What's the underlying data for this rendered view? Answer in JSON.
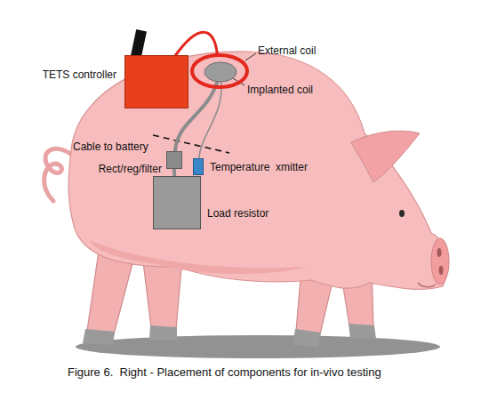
{
  "diagram": {
    "caption": "Figure 6.  Right - Placement of components for in-vivo testing",
    "nodes": [
      {
        "text": [
          "TETS controller"
        ]
      },
      {
        "text": [
          "External coil"
        ]
      },
      {
        "text": [
          "Implanted coil"
        ]
      },
      {
        "text": [
          "Rect/reg/filter"
        ]
      },
      {
        "text": [
          "Temperature  xmitter"
        ]
      },
      {
        "text": [
          "Load resistor"
        ]
      }
    ],
    "edges": [
      {
        "from": 0,
        "to": 1,
        "arrow": "none"
      },
      {
        "from": 2,
        "to": 3,
        "arrow": "none"
      },
      {
        "from": 3,
        "to": 5,
        "arrow": "none"
      },
      {
        "from": 2,
        "to": 4,
        "arrow": "none"
      }
    ],
    "labels": [
      "Cable to battery"
    ]
  }
}
